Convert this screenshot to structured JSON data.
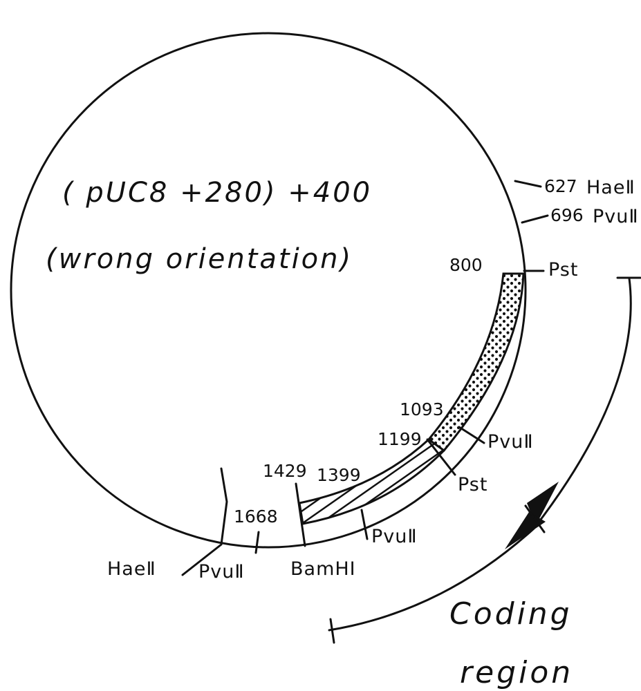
{
  "title_line1": "( pUC8 +280) +400",
  "title_line2": "(wrong orientation)",
  "coordinates": {
    "c627": "627",
    "c696": "696",
    "c800": "800",
    "c1093": "1093",
    "c1199": "1199",
    "c1399": "1399",
    "c1429": "1429",
    "c1668": "1668"
  },
  "sites": {
    "haeII_top": "HaeⅡ",
    "pvuII_top": "PvuⅡ",
    "pst_top": "Pst",
    "pvuII_right": "PvuⅡ",
    "pst_mid": "Pst",
    "pvuII_bottom": "PvuⅡ",
    "bamhi": "BamHI",
    "pvuII_left": "PvuⅡ",
    "haeII_left": "HaeⅡ"
  },
  "coding_label_line1": "Coding",
  "coding_label_line2": "region",
  "colors": {
    "ink": "#111111",
    "paper": "#ffffff"
  }
}
